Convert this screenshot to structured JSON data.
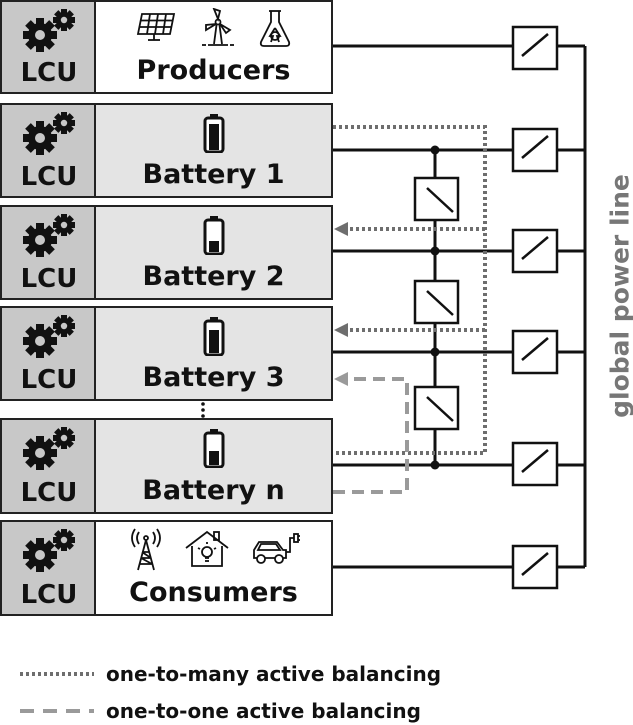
{
  "units": [
    {
      "lcu": "LCU",
      "label": "Producers",
      "icons": [
        "solar-panel-icon",
        "wind-turbine-icon",
        "biogas-flask-icon"
      ]
    },
    {
      "lcu": "LCU",
      "label": "Battery 1",
      "charge": 0.85
    },
    {
      "lcu": "LCU",
      "label": "Battery 2",
      "charge": 0.35
    },
    {
      "lcu": "LCU",
      "label": "Battery 3",
      "charge": 0.75
    },
    {
      "lcu": "LCU",
      "label": "Battery n",
      "charge": 0.45
    },
    {
      "lcu": "LCU",
      "label": "Consumers",
      "icons": [
        "cell-tower-icon",
        "smart-home-icon",
        "electric-car-icon"
      ]
    }
  ],
  "power_line_label": "global power line",
  "legend": [
    {
      "style": "dotted",
      "label": "one-to-many active balancing"
    },
    {
      "style": "dashed",
      "label": "one-to-one active balancing"
    }
  ],
  "colors": {
    "dotted": "#6e6e6e",
    "dashed": "#9a9a9a",
    "power_label": "#777777"
  }
}
